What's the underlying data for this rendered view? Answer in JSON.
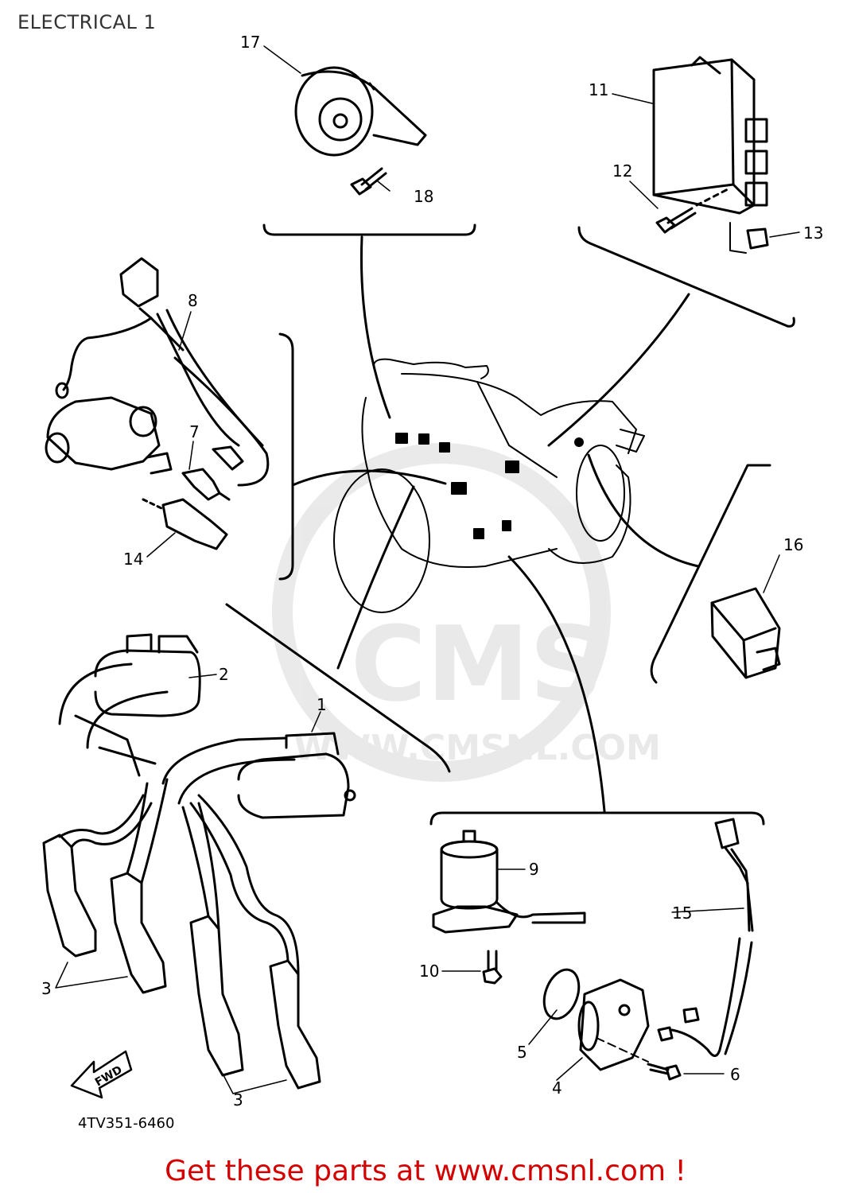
{
  "page": {
    "title": "ELECTRICAL 1",
    "diagram_code": "4TV351-6460",
    "fwd_label": "FWD",
    "watermark": {
      "brand": "CMS",
      "url": "WWW.CMSNL.COM"
    },
    "footer_link": "Get these parts at www.cmsnl.com !"
  },
  "callouts": [
    "1",
    "2",
    "3",
    "3",
    "4",
    "5",
    "6",
    "7",
    "8",
    "9",
    "10",
    "11",
    "12",
    "13",
    "14",
    "15",
    "16",
    "17",
    "18"
  ],
  "colors": {
    "line": "#000000",
    "link": "#d40000",
    "title": "#333333",
    "watermark": "#d8d8d8"
  }
}
